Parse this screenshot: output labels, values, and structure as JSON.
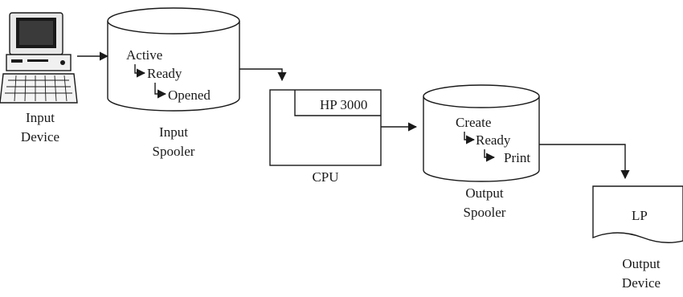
{
  "input_device": {
    "label_line1": "Input",
    "label_line2": "Device",
    "icon": "computer-terminal-icon"
  },
  "input_spooler": {
    "states": [
      "Active",
      "Ready",
      "Opened"
    ],
    "label_line1": "Input",
    "label_line2": "Spooler"
  },
  "cpu": {
    "box_label": "HP 3000",
    "label": "CPU"
  },
  "output_spooler": {
    "states": [
      "Create",
      "Ready",
      "Print"
    ],
    "label_line1": "Output",
    "label_line2": "Spooler"
  },
  "output_device": {
    "box_label": "LP",
    "label_line1": "Output",
    "label_line2": "Device"
  }
}
